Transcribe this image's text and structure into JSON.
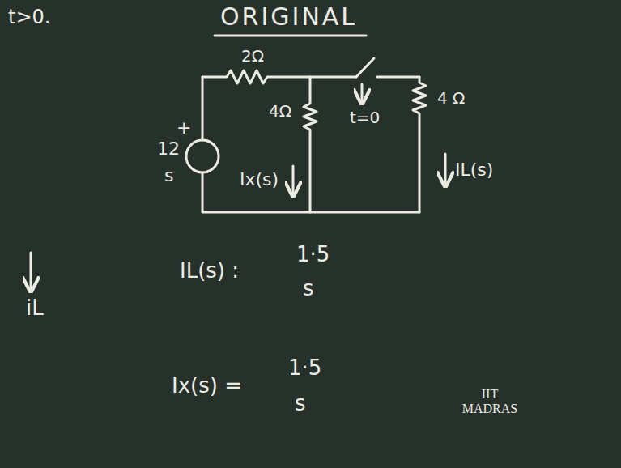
{
  "diagram": {
    "title": "ORIGINAL",
    "labels": [
      "t>0.",
      "2Ω",
      "+",
      "12",
      "s",
      "4Ω",
      "Ix(s)",
      "t=0",
      "4 Ω",
      "IL(s)",
      "iL",
      "IL(s) :",
      "1·5",
      "s",
      "Ix(s) =",
      "1·5",
      "s",
      "IIT MADRAS"
    ]
  }
}
